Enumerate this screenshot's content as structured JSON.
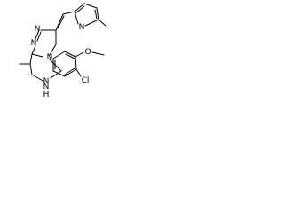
{
  "molecule": {
    "atom_labels": {
      "pyridine_n": "N",
      "triazole_n_top": "N",
      "triazole_n_left": "N",
      "triazole_n_bridge": "N",
      "fused_n_bottom": "N",
      "methoxy_o": "O",
      "chloro": "Cl",
      "amine": "N",
      "amine_h": "H"
    }
  }
}
